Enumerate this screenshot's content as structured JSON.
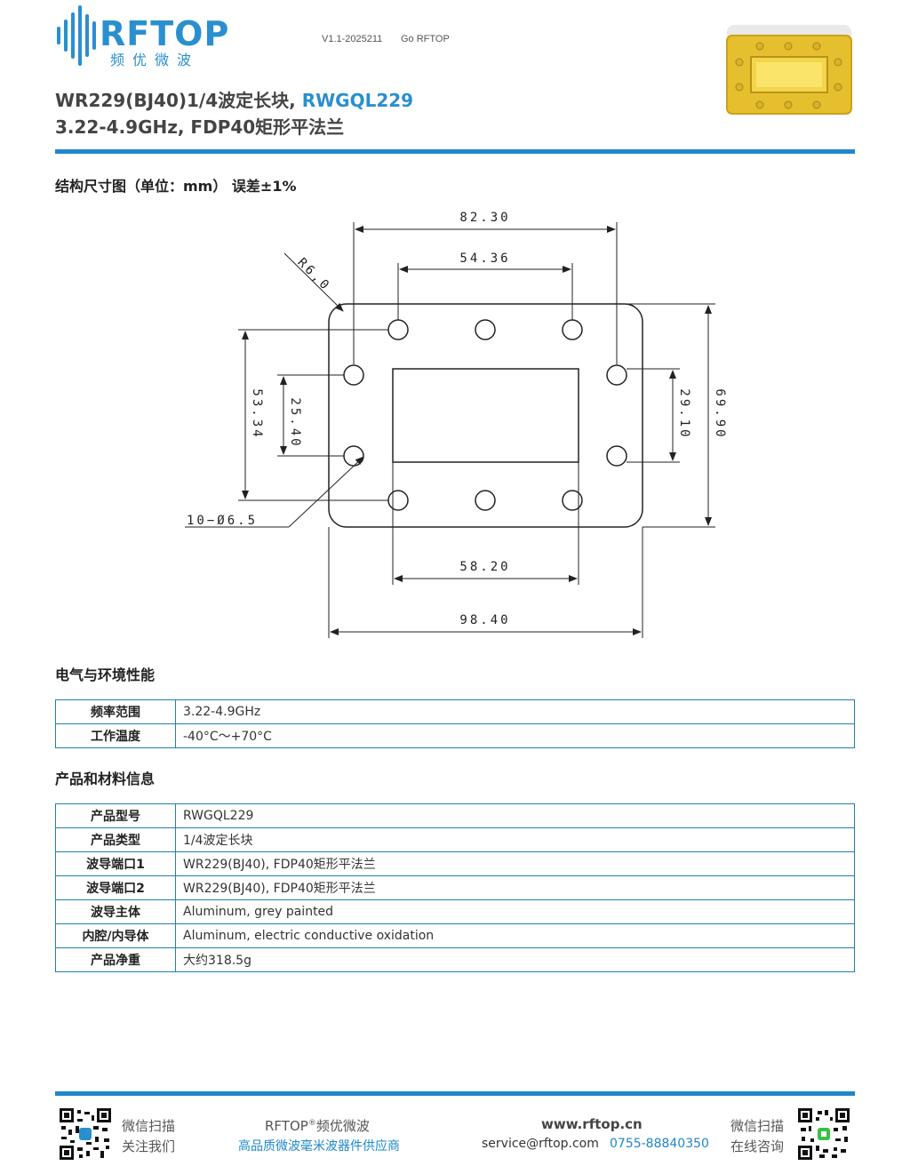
{
  "header": {
    "logo_text": "RFTOP",
    "logo_subtext": "频优微波",
    "version": "V1.1-2025211",
    "slogan": "Go RFTOP"
  },
  "title": {
    "line1_main": "WR229(BJ40)1/4波定长块, ",
    "line1_model": "RWGQL229",
    "line2": "3.22-4.9GHz, FDP40矩形平法兰"
  },
  "sections": {
    "structure": "结构尺寸图（单位：mm）  误差±1%",
    "electrical": "电气与环境性能",
    "product": "产品和材料信息"
  },
  "drawing": {
    "dim_overall_width": "82.30",
    "dim_top_hole_span": "54.36",
    "dim_radius": "R6,0",
    "dim_left_hole_span": "53.34",
    "dim_inner_hole_span": "25.40",
    "dim_right_hole_span": "29.10",
    "dim_overall_height": "69.90",
    "dim_holes": "10−Ø6.5",
    "dim_aperture_width": "58.20",
    "dim_flange_width": "98.40"
  },
  "electrical_table": [
    {
      "key": "频率范围",
      "value": "3.22-4.9GHz"
    },
    {
      "key": "工作温度",
      "value": "-40°C～+70°C"
    }
  ],
  "product_table": [
    {
      "key": "产品型号",
      "value": "RWGQL229"
    },
    {
      "key": "产品类型",
      "value": "1/4波定长块"
    },
    {
      "key": "波导端口1",
      "value": "WR229(BJ40), FDP40矩形平法兰"
    },
    {
      "key": "波导端口2",
      "value": "WR229(BJ40), FDP40矩形平法兰"
    },
    {
      "key": "波导主体",
      "value": "Aluminum, grey painted"
    },
    {
      "key": "内腔/内导体",
      "value": "Aluminum, electric conductive oxidation"
    },
    {
      "key": "产品净重",
      "value": "大约318.5g"
    }
  ],
  "footer": {
    "wechat_scan_left": "微信扫描",
    "follow_us": "关注我们",
    "brand": "RFTOP",
    "brand_cn": "频优微波",
    "tagline": "高品质微波毫米波器件供应商",
    "website": "www.rftop.cn",
    "email": "service@rftop.com",
    "phone": "0755-88840350",
    "wechat_scan_right": "微信扫描",
    "consult_online": "在线咨询"
  },
  "colors": {
    "accent": "#1e88c8",
    "gold": "#e8c23a"
  }
}
